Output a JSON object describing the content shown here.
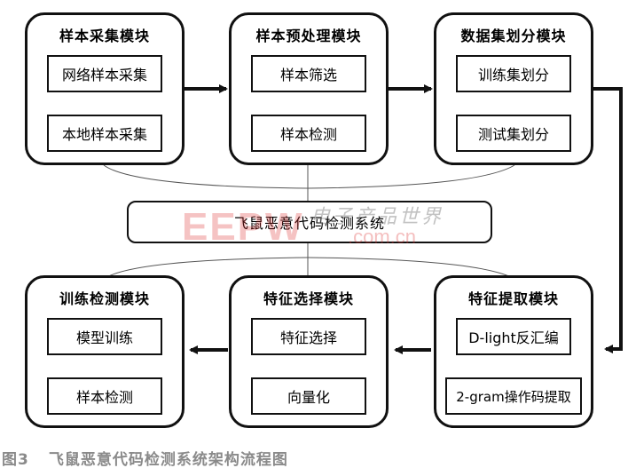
{
  "modules": [
    {
      "title": "样本采集模块",
      "items": [
        "网络样本采集",
        "本地样本采集"
      ]
    },
    {
      "title": "样本预处理模块",
      "items": [
        "样本筛选",
        "样本检测"
      ]
    },
    {
      "title": "数据集划分模块",
      "items": [
        "训练集划分",
        "测试集划分"
      ]
    },
    {
      "title": "训练检测模块",
      "items": [
        "模型训练",
        "样本检测"
      ]
    },
    {
      "title": "特征选择模块",
      "items": [
        "特征选择",
        "向量化"
      ]
    },
    {
      "title": "特征提取模块",
      "items": [
        "D-light反汇编",
        "2-gram操作码提取"
      ]
    }
  ],
  "center": {
    "label": "飞鼠恶意代码检测系统"
  },
  "watermark": {
    "logo": "EEPW",
    "cn": "电子产品世界",
    "url": ".com.cn"
  },
  "caption": {
    "figure": "图3",
    "title": "飞鼠恶意代码检测系统架构流程图"
  }
}
